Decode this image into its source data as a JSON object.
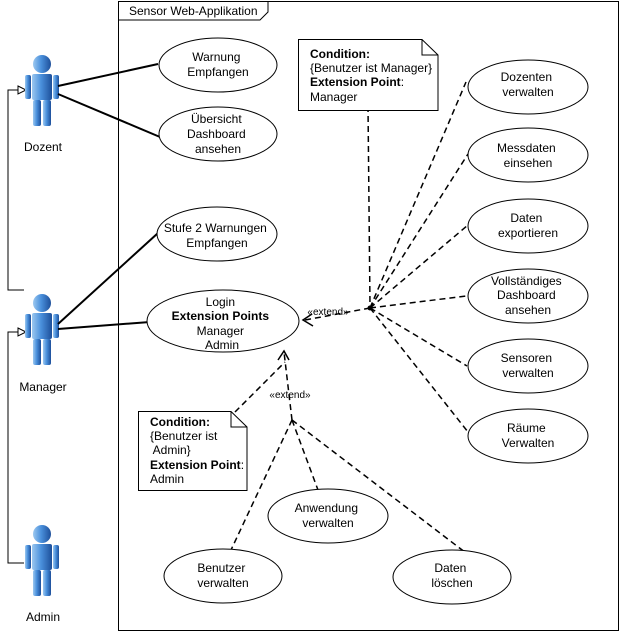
{
  "system": {
    "title": "Sensor Web-Applikation"
  },
  "actors": {
    "dozent": {
      "label": "Dozent"
    },
    "manager": {
      "label": "Manager"
    },
    "admin": {
      "label": "Admin"
    }
  },
  "use_cases": {
    "warnung": {
      "lines": [
        "Warnung",
        "Empfangen"
      ]
    },
    "uebersicht": {
      "lines": [
        "Übersicht",
        "Dashboard",
        "ansehen"
      ]
    },
    "stufe2": {
      "lines": [
        "Stufe 2 Warnungen",
        "Empfangen"
      ]
    },
    "login": {
      "lines": [
        "Login",
        "Extension Points",
        "Manager",
        "Admin"
      ]
    },
    "dozenten": {
      "lines": [
        "Dozenten",
        "verwalten"
      ]
    },
    "messdaten": {
      "lines": [
        "Messdaten",
        "einsehen"
      ]
    },
    "exportieren": {
      "lines": [
        "Daten",
        "exportieren"
      ]
    },
    "vollstaendig": {
      "lines": [
        "Vollständiges",
        "Dashboard",
        "ansehen"
      ]
    },
    "sensoren": {
      "lines": [
        "Sensoren",
        "verwalten"
      ]
    },
    "raeume": {
      "lines": [
        "Räume",
        "Verwalten"
      ]
    },
    "anwendung": {
      "lines": [
        "Anwendung",
        "verwalten"
      ]
    },
    "benutzer": {
      "lines": [
        "Benutzer",
        "verwalten"
      ]
    },
    "loeschen": {
      "lines": [
        "Daten",
        "löschen"
      ]
    }
  },
  "notes": {
    "manager_note": {
      "condition_label": "Condition:",
      "condition_text": "{Benutzer ist Manager}",
      "ext_label": "Extension Point",
      "ext_suffix": ":",
      "ext_value": "Manager"
    },
    "admin_note": {
      "condition_label": "Condition:",
      "condition_line1": "{Benutzer ist",
      "condition_line2": " Admin}",
      "ext_label": "Extension Point",
      "ext_suffix": ":",
      "ext_value": "Admin"
    }
  },
  "relations": {
    "extend_manager": "«extend»",
    "extend_admin": "«extend»"
  },
  "colors": {
    "actor_light": "#5aa0e6",
    "actor_dark": "#1f5fa8",
    "note_fill": "#ffffff",
    "stroke": "#000000"
  }
}
